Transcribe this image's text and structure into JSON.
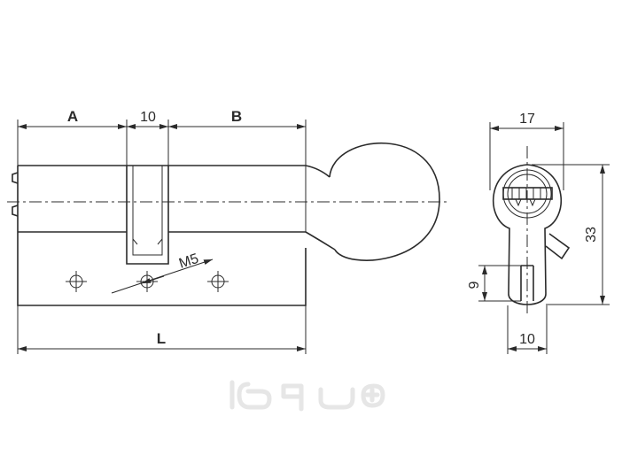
{
  "side_view": {
    "dim_a": "A",
    "dim_cam": "10",
    "dim_b": "B",
    "dim_l": "L",
    "dim_screw": "M5"
  },
  "end_view": {
    "dim_width": "17",
    "dim_height": "33",
    "dim_slot_height": "9",
    "dim_slot_width": "10"
  }
}
